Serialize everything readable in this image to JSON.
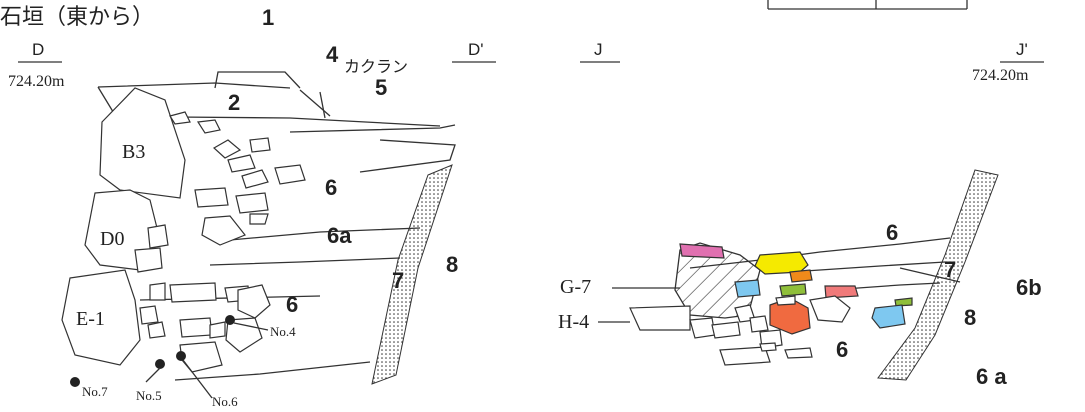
{
  "title_text": "石垣（東から）",
  "left_section": {
    "point_start": "D",
    "point_end": "D'",
    "elevation": "724.20m",
    "layers": [
      "1",
      "2",
      "4",
      "5",
      "6",
      "6a",
      "6",
      "7",
      "8"
    ],
    "annotation_4": "カクラン",
    "stones": [
      "B3",
      "D0",
      "E-1"
    ],
    "samples": [
      "No.4",
      "No.5",
      "No.6",
      "No.7"
    ]
  },
  "right_section": {
    "point_start": "J",
    "point_end": "J'",
    "elevation": "724.20m",
    "layers": [
      "6",
      "7",
      "6b",
      "8",
      "6",
      "6 a"
    ],
    "stones": [
      "G-7",
      "H-4"
    ]
  },
  "colors": {
    "pink": "#e070b0",
    "yellow": "#f5ea00",
    "orange": "#f08a1a",
    "green": "#8fbf3a",
    "blue": "#7ec8f0",
    "salmon": "#f07a7a",
    "red_orange": "#f06a40",
    "stipple": "#333333"
  }
}
